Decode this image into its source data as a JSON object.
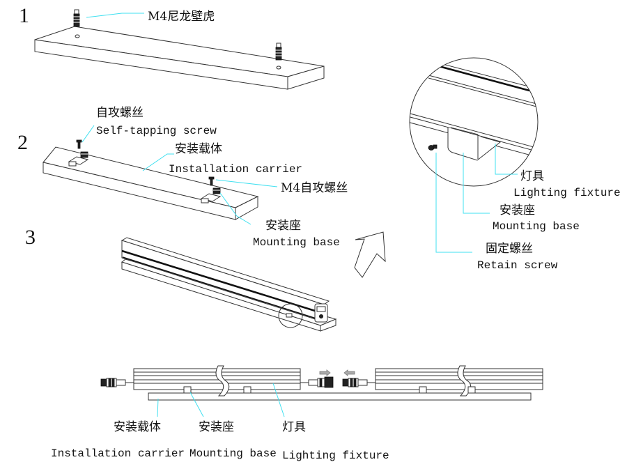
{
  "steps": [
    {
      "number": "1"
    },
    {
      "number": "2"
    },
    {
      "number": "3"
    }
  ],
  "step1": {
    "anchor_label_cn": "M4尼龙壁虎"
  },
  "step2": {
    "screw_label_cn": "自攻螺丝",
    "screw_label_en": "Self-tapping screw",
    "carrier_label_cn": "安装载体",
    "carrier_label_en": "Installation carrier",
    "m4_screw_label_cn": "M4自攻螺丝",
    "base_label_cn": "安装座",
    "base_label_en": "Mounting base"
  },
  "detail": {
    "fixture_label_cn": "灯具",
    "fixture_label_en": "Lighting fixture",
    "base_label_cn": "安装座",
    "base_label_en": "Mounting base",
    "retain_label_cn": "固定螺丝",
    "retain_label_en": "Retain screw"
  },
  "bottom": {
    "carrier_label_cn": "安装载体",
    "carrier_label_en": "Installation carrier",
    "base_label_cn": "安装座",
    "base_label_en": "Mounting base",
    "fixture_label_cn": "灯具",
    "fixture_label_en": "Lighting fixture"
  },
  "colors": {
    "leader_line": "#3fe0f0",
    "line_art": "#333333"
  }
}
